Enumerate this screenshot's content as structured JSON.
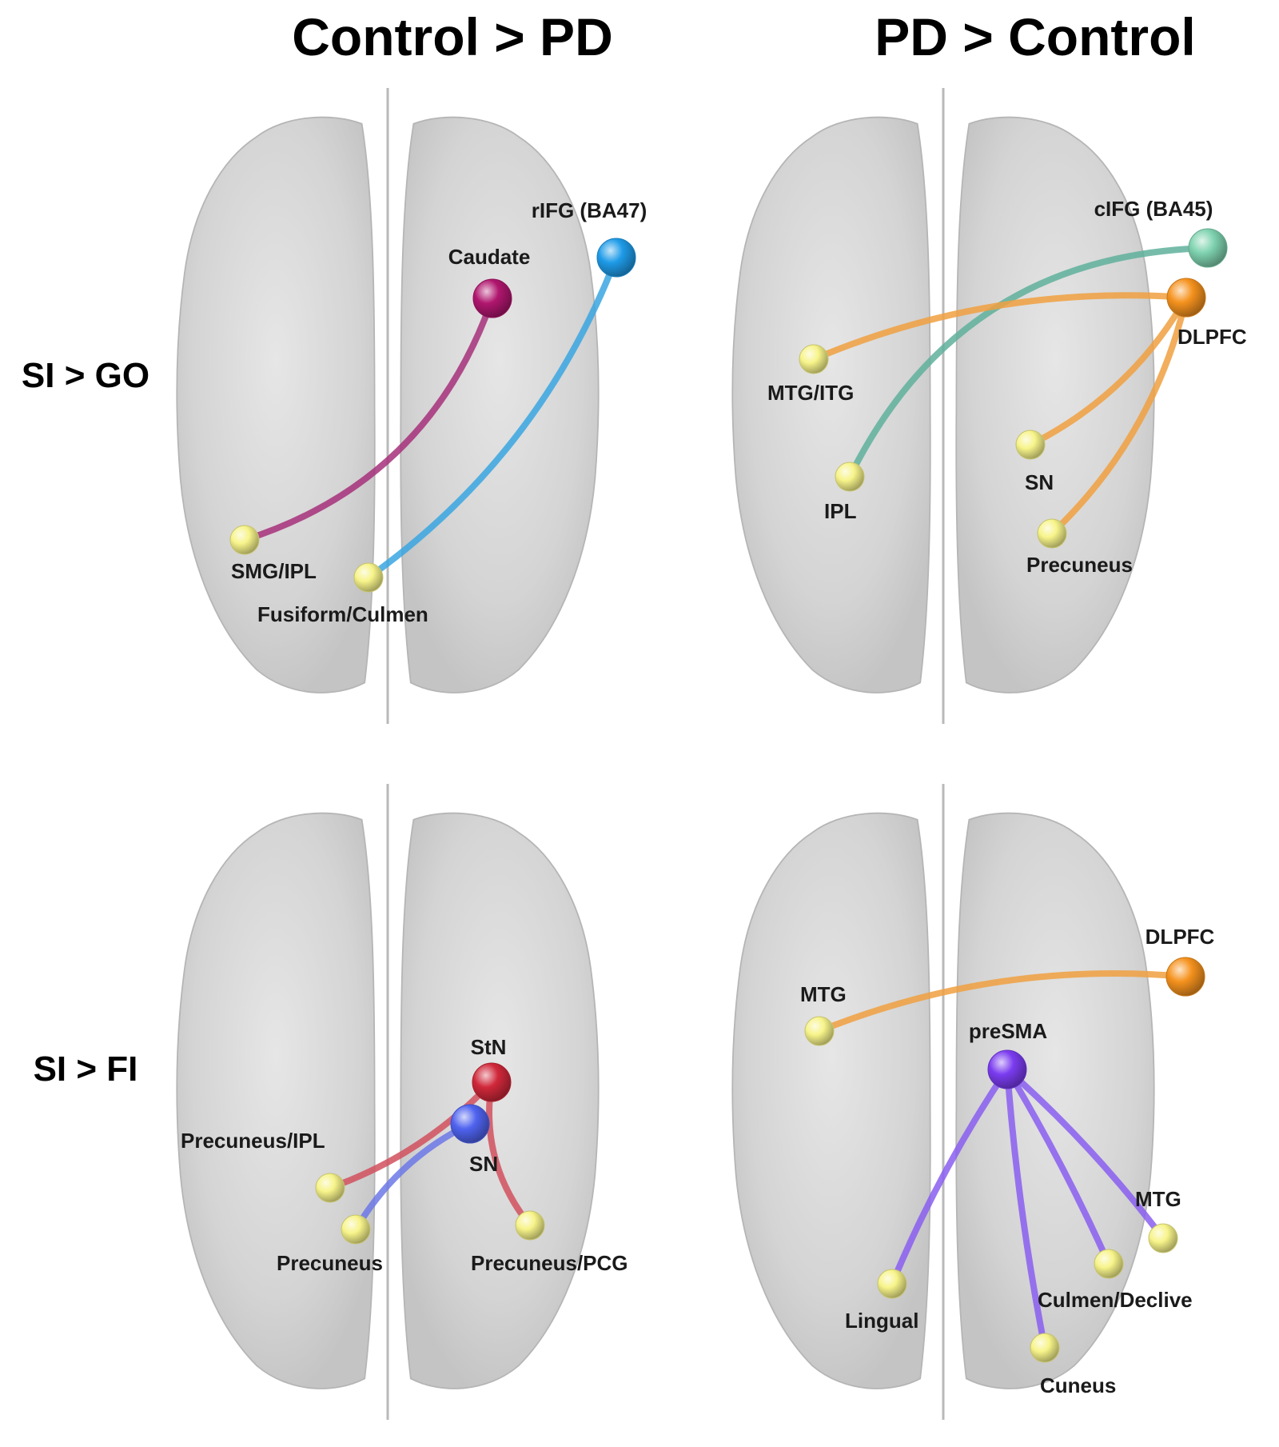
{
  "columns": {
    "left": "Control > PD",
    "right": "PD > Control"
  },
  "rows": {
    "top": "SI > GO",
    "bottom": "SI > FI"
  },
  "panels": [
    {
      "id": "control-si-go",
      "nodes": [
        {
          "id": "caudate",
          "label": "Caudate",
          "color": "#b0166e"
        },
        {
          "id": "rifg",
          "label": "rIFG (BA47)",
          "color": "#1e9be8"
        },
        {
          "id": "smg-ipl",
          "label": "SMG/IPL",
          "color": "#f7f48a"
        },
        {
          "id": "fusiform",
          "label": "Fusiform/Culmen",
          "color": "#f7f48a"
        }
      ],
      "edges": [
        {
          "from": "caudate",
          "to": "smg-ipl",
          "color": "#a6307a"
        },
        {
          "from": "rifg",
          "to": "fusiform",
          "color": "#3aa6e0"
        }
      ]
    },
    {
      "id": "pd-si-go",
      "nodes": [
        {
          "id": "cifg",
          "label": "cIFG (BA45)",
          "color": "#7fd3b0"
        },
        {
          "id": "dlpfc",
          "label": "DLPFC",
          "color": "#f5921e"
        },
        {
          "id": "mtg-itg",
          "label": "MTG/ITG",
          "color": "#f7f48a"
        },
        {
          "id": "ipl",
          "label": "IPL",
          "color": "#f7f48a"
        },
        {
          "id": "sn",
          "label": "SN",
          "color": "#f7f48a"
        },
        {
          "id": "precuneus",
          "label": "Precuneus",
          "color": "#f7f48a"
        }
      ],
      "edges": [
        {
          "from": "cifg",
          "to": "ipl",
          "color": "#5fb09b"
        },
        {
          "from": "dlpfc",
          "to": "mtg-itg",
          "color": "#f0a040"
        },
        {
          "from": "dlpfc",
          "to": "sn",
          "color": "#f0a040"
        },
        {
          "from": "dlpfc",
          "to": "precuneus",
          "color": "#f0a040"
        }
      ]
    },
    {
      "id": "control-si-fi",
      "nodes": [
        {
          "id": "stn",
          "label": "StN",
          "color": "#d0283a"
        },
        {
          "id": "sn",
          "label": "SN",
          "color": "#4f63ef"
        },
        {
          "id": "precuneus-ipl",
          "label": "Precuneus/IPL",
          "color": "#f7f48a"
        },
        {
          "id": "precuneus",
          "label": "Precuneus",
          "color": "#f7f48a"
        },
        {
          "id": "precuneus-pcg",
          "label": "Precuneus/PCG",
          "color": "#f7f48a"
        }
      ],
      "edges": [
        {
          "from": "stn",
          "to": "precuneus-ipl",
          "color": "#d1505e"
        },
        {
          "from": "stn",
          "to": "precuneus-pcg",
          "color": "#d1505e"
        },
        {
          "from": "sn",
          "to": "precuneus",
          "color": "#6c78e6"
        }
      ]
    },
    {
      "id": "pd-si-fi",
      "nodes": [
        {
          "id": "dlpfc",
          "label": "DLPFC",
          "color": "#f5921e"
        },
        {
          "id": "mtg-left",
          "label": "MTG",
          "color": "#f7f48a"
        },
        {
          "id": "presma",
          "label": "preSMA",
          "color": "#7b3cf0"
        },
        {
          "id": "mtg-right",
          "label": "MTG",
          "color": "#f7f48a"
        },
        {
          "id": "culmen",
          "label": "Culmen/Declive",
          "color": "#f7f48a"
        },
        {
          "id": "lingual",
          "label": "Lingual",
          "color": "#f7f48a"
        },
        {
          "id": "cuneus",
          "label": "Cuneus",
          "color": "#f7f48a"
        }
      ],
      "edges": [
        {
          "from": "dlpfc",
          "to": "mtg-left",
          "color": "#f0a040"
        },
        {
          "from": "presma",
          "to": "lingual",
          "color": "#8a5ef0"
        },
        {
          "from": "presma",
          "to": "cuneus",
          "color": "#8a5ef0"
        },
        {
          "from": "presma",
          "to": "culmen",
          "color": "#8a5ef0"
        },
        {
          "from": "presma",
          "to": "mtg-right",
          "color": "#8a5ef0"
        }
      ]
    }
  ]
}
